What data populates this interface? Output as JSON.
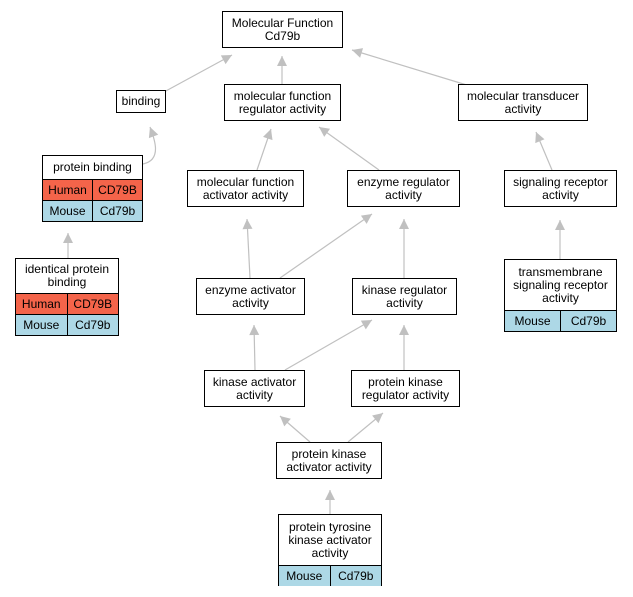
{
  "nodes": {
    "mf_root": {
      "lines": [
        "Molecular Function",
        "Cd79b"
      ]
    },
    "binding": {
      "lines": [
        "binding"
      ]
    },
    "mf_regulator": {
      "lines": [
        "molecular function",
        "regulator activity"
      ]
    },
    "mol_transducer": {
      "lines": [
        "molecular transducer",
        "activity"
      ]
    },
    "protein_binding": {
      "lines": [
        "protein binding"
      ],
      "human": {
        "species": "Human",
        "gene": "CD79B"
      },
      "mouse": {
        "species": "Mouse",
        "gene": "Cd79b"
      }
    },
    "mf_activator": {
      "lines": [
        "molecular function",
        "activator activity"
      ]
    },
    "enzyme_regulator": {
      "lines": [
        "enzyme regulator",
        "activity"
      ]
    },
    "signaling_receptor": {
      "lines": [
        "signaling receptor",
        "activity"
      ]
    },
    "identical_protein_binding": {
      "lines": [
        "identical protein",
        "binding"
      ],
      "human": {
        "species": "Human",
        "gene": "CD79B"
      },
      "mouse": {
        "species": "Mouse",
        "gene": "Cd79b"
      }
    },
    "enzyme_activator": {
      "lines": [
        "enzyme activator",
        "activity"
      ]
    },
    "kinase_regulator": {
      "lines": [
        "kinase regulator",
        "activity"
      ]
    },
    "transmembrane_receptor": {
      "lines": [
        "transmembrane",
        "signaling receptor",
        "activity"
      ],
      "mouse": {
        "species": "Mouse",
        "gene": "Cd79b"
      }
    },
    "kinase_activator": {
      "lines": [
        "kinase activator",
        "activity"
      ]
    },
    "protein_kinase_regulator": {
      "lines": [
        "protein kinase",
        "regulator activity"
      ]
    },
    "protein_kinase_activator": {
      "lines": [
        "protein kinase",
        "activator activity"
      ]
    },
    "protein_tyrosine_kinase_activator": {
      "lines": [
        "protein tyrosine",
        "kinase activator",
        "activity"
      ],
      "mouse": {
        "species": "Mouse",
        "gene": "Cd79b"
      }
    }
  },
  "edges": [
    {
      "from": "binding",
      "to": "mf_root"
    },
    {
      "from": "mf_regulator",
      "to": "mf_root"
    },
    {
      "from": "mol_transducer",
      "to": "mf_root"
    },
    {
      "from": "protein_binding",
      "to": "binding"
    },
    {
      "from": "mf_activator",
      "to": "mf_regulator"
    },
    {
      "from": "enzyme_regulator",
      "to": "mf_regulator"
    },
    {
      "from": "signaling_receptor",
      "to": "mol_transducer"
    },
    {
      "from": "identical_protein_binding",
      "to": "protein_binding"
    },
    {
      "from": "enzyme_activator",
      "to": "mf_activator"
    },
    {
      "from": "enzyme_activator",
      "to": "enzyme_regulator"
    },
    {
      "from": "kinase_regulator",
      "to": "enzyme_regulator"
    },
    {
      "from": "transmembrane_receptor",
      "to": "signaling_receptor"
    },
    {
      "from": "kinase_activator",
      "to": "enzyme_activator"
    },
    {
      "from": "kinase_activator",
      "to": "kinase_regulator"
    },
    {
      "from": "protein_kinase_regulator",
      "to": "kinase_regulator"
    },
    {
      "from": "protein_kinase_activator",
      "to": "kinase_activator"
    },
    {
      "from": "protein_kinase_activator",
      "to": "protein_kinase_regulator"
    },
    {
      "from": "protein_tyrosine_kinase_activator",
      "to": "protein_kinase_activator"
    }
  ],
  "colors": {
    "edge": "#c0c0c0",
    "human": "#f4644a",
    "mouse": "#add8e6",
    "border": "#000000"
  }
}
